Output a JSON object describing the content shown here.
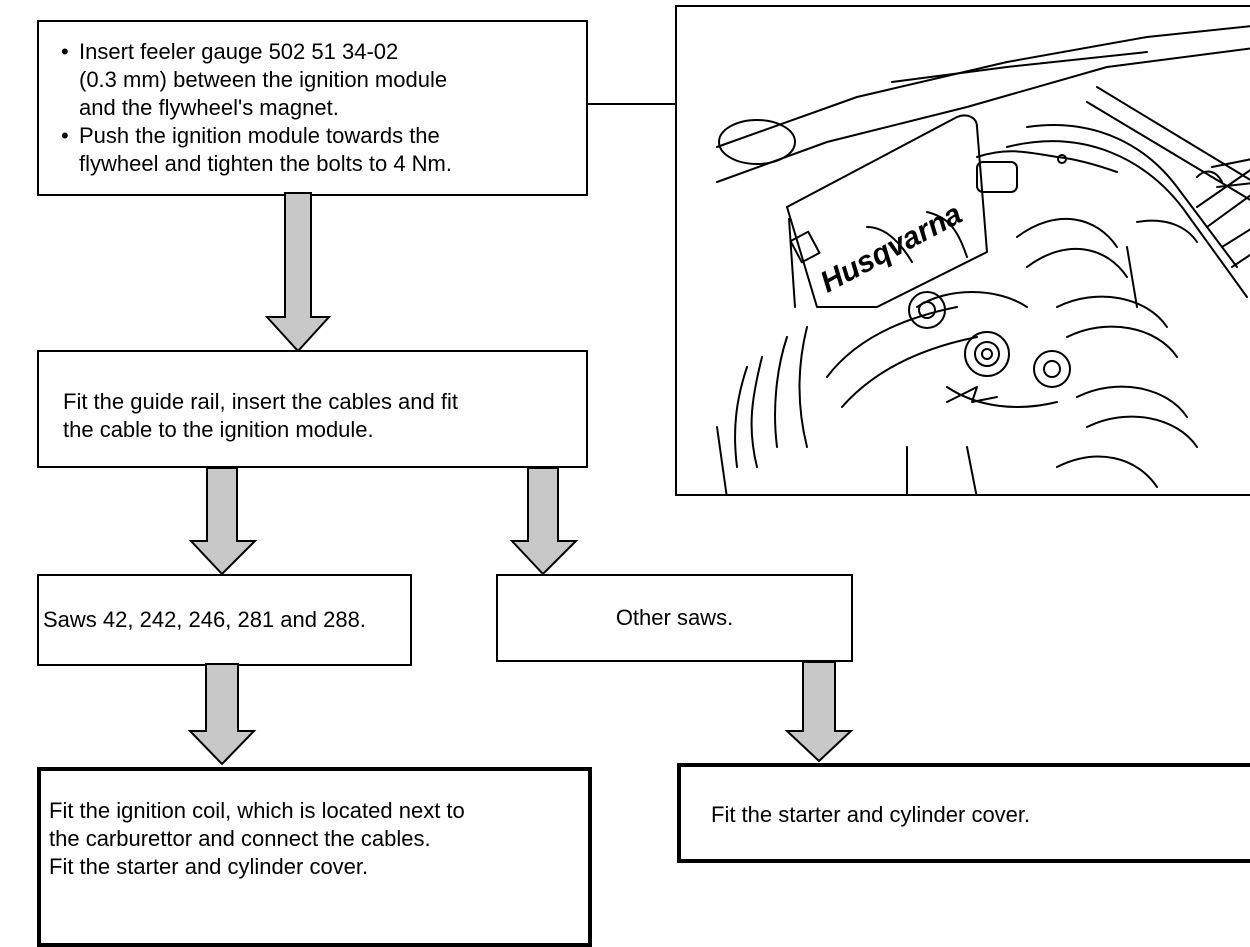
{
  "steps": {
    "step1": {
      "bullets": [
        [
          "Insert feeler gauge 502 51 34-02",
          "(0.3 mm) between the ignition module",
          "and the flywheel's magnet."
        ],
        [
          "Push the ignition module towards the",
          "flywheel and tighten the bolts to 4 Nm."
        ]
      ],
      "bullet_symbol": "•"
    },
    "step2": {
      "lines": [
        "Fit the guide rail, insert the cables and fit",
        "the cable to the ignition module."
      ]
    },
    "branch_left": {
      "text": "Saws 42, 242, 246, 281 and 288."
    },
    "branch_right": {
      "text": "Other saws."
    },
    "final_left": {
      "lines": [
        "Fit the ignition coil, which is located next to",
        "the carburettor and connect the cables.",
        "Fit the starter and cylinder cover."
      ]
    },
    "final_right": {
      "text": "Fit the starter and cylinder cover."
    }
  },
  "illustration": {
    "logo_text": "Husqvarna",
    "subject": "ignition-module-on-flywheel"
  },
  "colors": {
    "arrow_fill": "#c8c8c8",
    "stroke": "#000000",
    "background": "#ffffff"
  }
}
